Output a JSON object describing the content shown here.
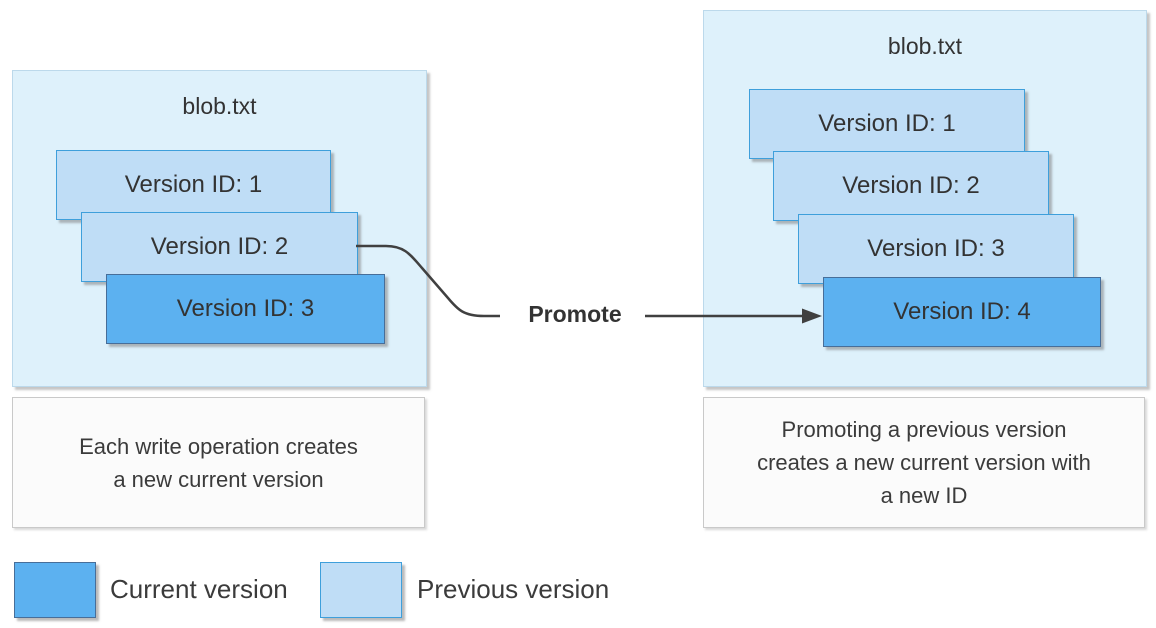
{
  "diagram": {
    "left_panel": {
      "title": "blob.txt",
      "versions": [
        {
          "label": "Version ID: 1",
          "state": "previous"
        },
        {
          "label": "Version ID: 2",
          "state": "previous"
        },
        {
          "label": "Version ID: 3",
          "state": "current"
        }
      ],
      "caption": "Each write operation creates a new current version"
    },
    "right_panel": {
      "title": "blob.txt",
      "versions": [
        {
          "label": "Version ID: 1",
          "state": "previous"
        },
        {
          "label": "Version ID: 2",
          "state": "previous"
        },
        {
          "label": "Version ID: 3",
          "state": "previous"
        },
        {
          "label": "Version ID: 4",
          "state": "current"
        }
      ],
      "caption": "Promoting a previous version creates a new current version with a new ID"
    },
    "connector": {
      "label": "Promote"
    },
    "legend": [
      {
        "label": "Current version",
        "color": "#5cb1f0"
      },
      {
        "label": "Previous version",
        "color": "#bfddf6"
      }
    ],
    "colors": {
      "panel_background": "#def1fb",
      "previous_version_fill": "#bfddf6",
      "previous_version_border": "#3e9fdb",
      "current_version_fill": "#5cb1f0",
      "current_version_border": "#476e99",
      "arrow": "#404040",
      "text": "#333333"
    }
  }
}
